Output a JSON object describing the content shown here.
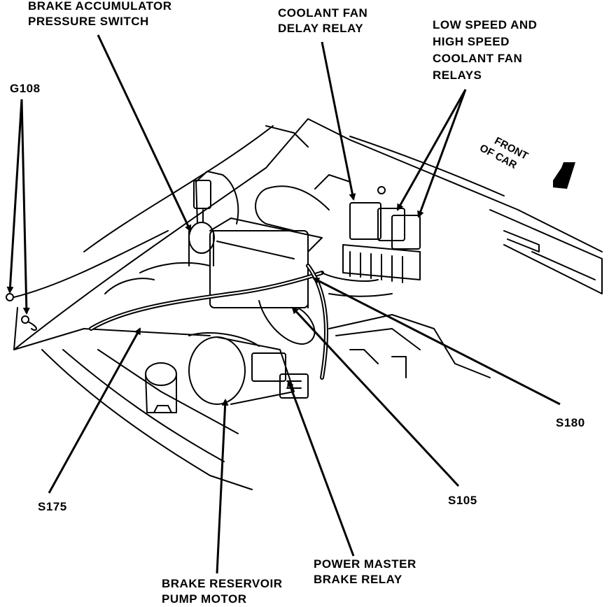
{
  "labels": {
    "brake_accumulator": [
      "BRAKE ACCUMULATOR",
      "PRESSURE SWITCH"
    ],
    "coolant_fan_delay": [
      "COOLANT FAN",
      "DELAY RELAY"
    ],
    "fan_relays": [
      "LOW SPEED AND",
      "HIGH SPEED",
      "COOLANT FAN",
      "RELAYS"
    ],
    "g108": "G108",
    "front_of_car": [
      "FRONT",
      "OF CAR"
    ],
    "s180": "S180",
    "s105": "S105",
    "s175": "S175",
    "power_master": [
      "POWER MASTER",
      "BRAKE RELAY"
    ],
    "pump_motor": [
      "BRAKE RESERVOIR",
      "PUMP MOTOR"
    ]
  },
  "colors": {
    "ink": "#000000",
    "paper": "#ffffff"
  }
}
